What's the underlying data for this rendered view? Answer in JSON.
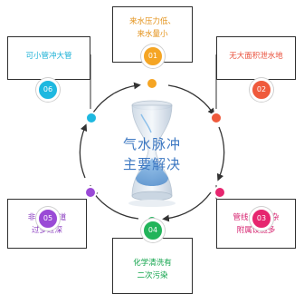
{
  "center": {
    "line1": "气水脉冲",
    "line2": "主要解决"
  },
  "items": [
    {
      "num": "01",
      "line1": "来水压力低、",
      "line2": "来水量小",
      "color": "#f5a524"
    },
    {
      "num": "02",
      "line1": "无大面积泄水地",
      "line2": "",
      "color": "#ef5a3c"
    },
    {
      "num": "03",
      "line1": "管线走向复杂",
      "line2": "附属设施多",
      "color": "#e6266f"
    },
    {
      "num": "04",
      "line1": "化学清洗有",
      "line2": "二次污染",
      "color": "#22b45a"
    },
    {
      "num": "05",
      "line1": "非开挖管道",
      "line2": "过多过深",
      "color": "#9a4ad6"
    },
    {
      "num": "06",
      "line1": "可小管冲大管",
      "line2": "",
      "color": "#1eb8e0"
    }
  ]
}
